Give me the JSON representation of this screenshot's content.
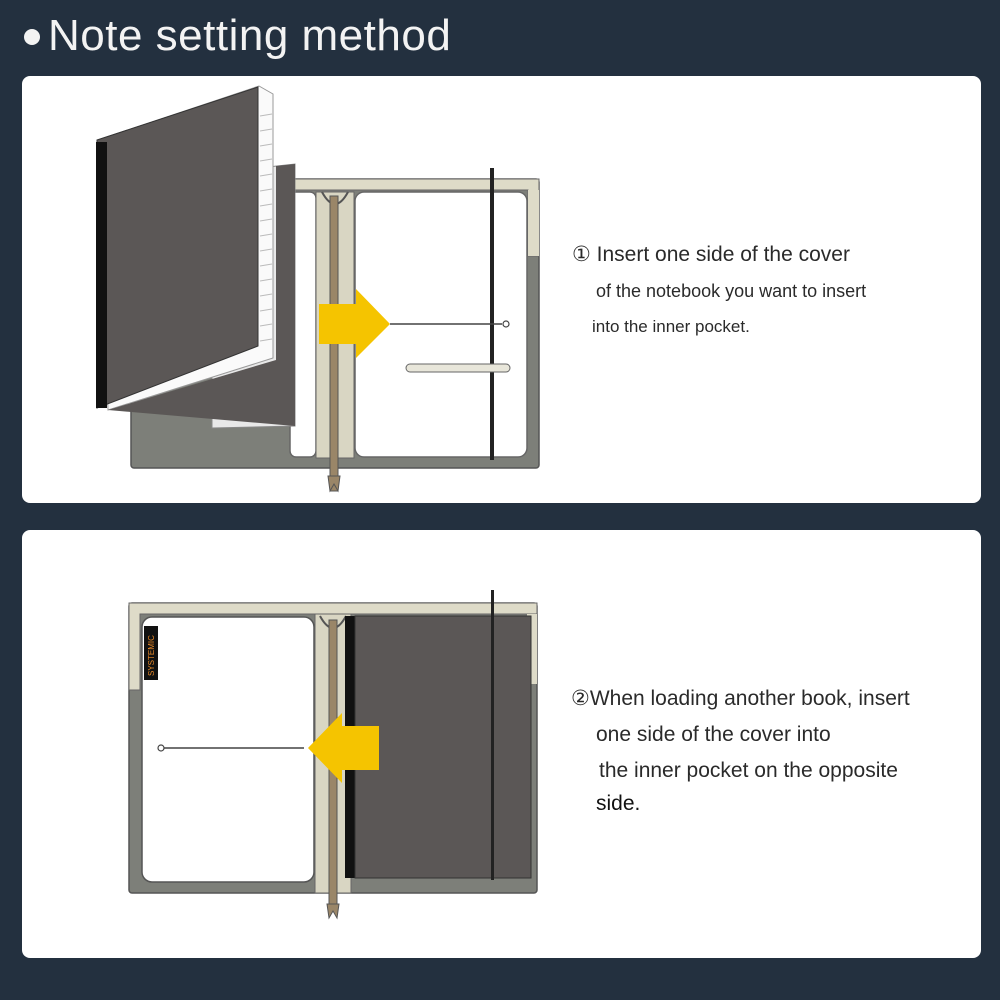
{
  "header": {
    "title": "Note setting method"
  },
  "steps": [
    {
      "lines": [
        "① Insert one side of the cover",
        "of the notebook you want to insert",
        "into the inner pocket."
      ]
    },
    {
      "lines": [
        "②When loading another book, insert",
        "one side of the cover into",
        "the inner pocket on the opposite",
        "side."
      ]
    }
  ],
  "illustration2": {
    "brand_label": "SYSTEMIC"
  },
  "colors": {
    "background": "#23303f",
    "arrow": "#f5c400",
    "frame": "#7d7f79",
    "cover": "#5b5756",
    "trim": "#dedbc8"
  }
}
